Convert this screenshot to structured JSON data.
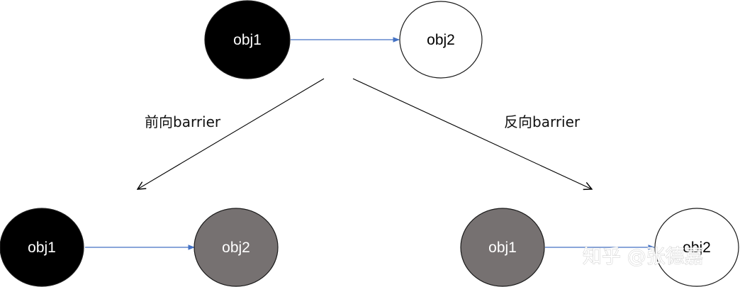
{
  "colors": {
    "black": "#000000",
    "gray": "#767171",
    "white": "#ffffff",
    "outline": "#1a1a1a",
    "node_arrow": "#4472c4",
    "barrier_arrow": "#000000"
  },
  "nodes": {
    "top_obj1": {
      "label": "obj1",
      "state": "black"
    },
    "top_obj2": {
      "label": "obj2",
      "state": "white"
    },
    "left_obj1": {
      "label": "obj1",
      "state": "black"
    },
    "left_obj2": {
      "label": "obj2",
      "state": "gray"
    },
    "right_obj1": {
      "label": "obj1",
      "state": "gray"
    },
    "right_obj2": {
      "label": "obj2",
      "state": "white"
    }
  },
  "edges": {
    "forward_barrier": {
      "label": "前向barrier"
    },
    "backward_barrier": {
      "label": "反向barrier"
    }
  },
  "watermark": {
    "text": "知乎 @张德嘉"
  }
}
